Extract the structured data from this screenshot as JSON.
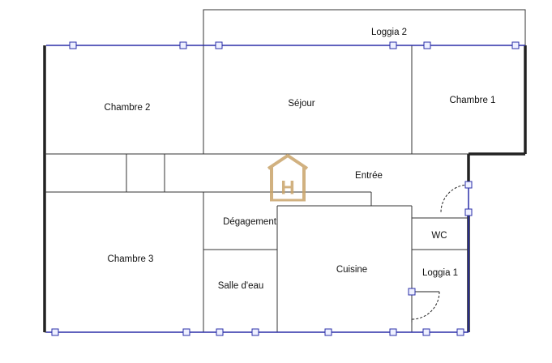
{
  "rooms": {
    "chambre2": "Chambre 2",
    "sejour": "Séjour",
    "chambre1": "Chambre 1",
    "loggia2": "Loggia 2",
    "entree": "Entrée",
    "chambre3": "Chambre 3",
    "degagement": "Dégagement",
    "cuisine": "Cuisine",
    "salle_deau": "Salle d'eau",
    "wc": "WC",
    "loggia1": "Loggia 1"
  },
  "watermark": {
    "letter": "H",
    "color": "#c9a46a"
  },
  "colors": {
    "wall": "#222222",
    "window": "#2b2fa8",
    "handle_fill": "#eef0ff"
  }
}
